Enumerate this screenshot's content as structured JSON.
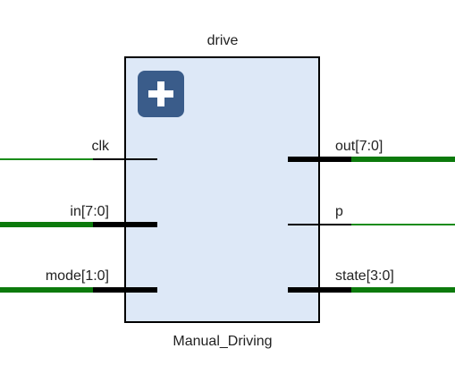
{
  "block": {
    "instance_name": "drive",
    "module_name": "Manual_Driving",
    "expand_icon": "plus-icon",
    "fill_color": "#dde8f7",
    "border_color": "#000000",
    "icon_color": "#3a5c8a"
  },
  "wire_colors": {
    "stub": "#000000",
    "net": "#1a8c1a",
    "bus_net": "#0c7a0c"
  },
  "ports": {
    "inputs": [
      {
        "label": "clk",
        "bus": false
      },
      {
        "label": "in[7:0]",
        "bus": true
      },
      {
        "label": "mode[1:0]",
        "bus": true
      }
    ],
    "outputs": [
      {
        "label": "out[7:0]",
        "bus": true
      },
      {
        "label": "p",
        "bus": false
      },
      {
        "label": "state[3:0]",
        "bus": true
      }
    ]
  }
}
